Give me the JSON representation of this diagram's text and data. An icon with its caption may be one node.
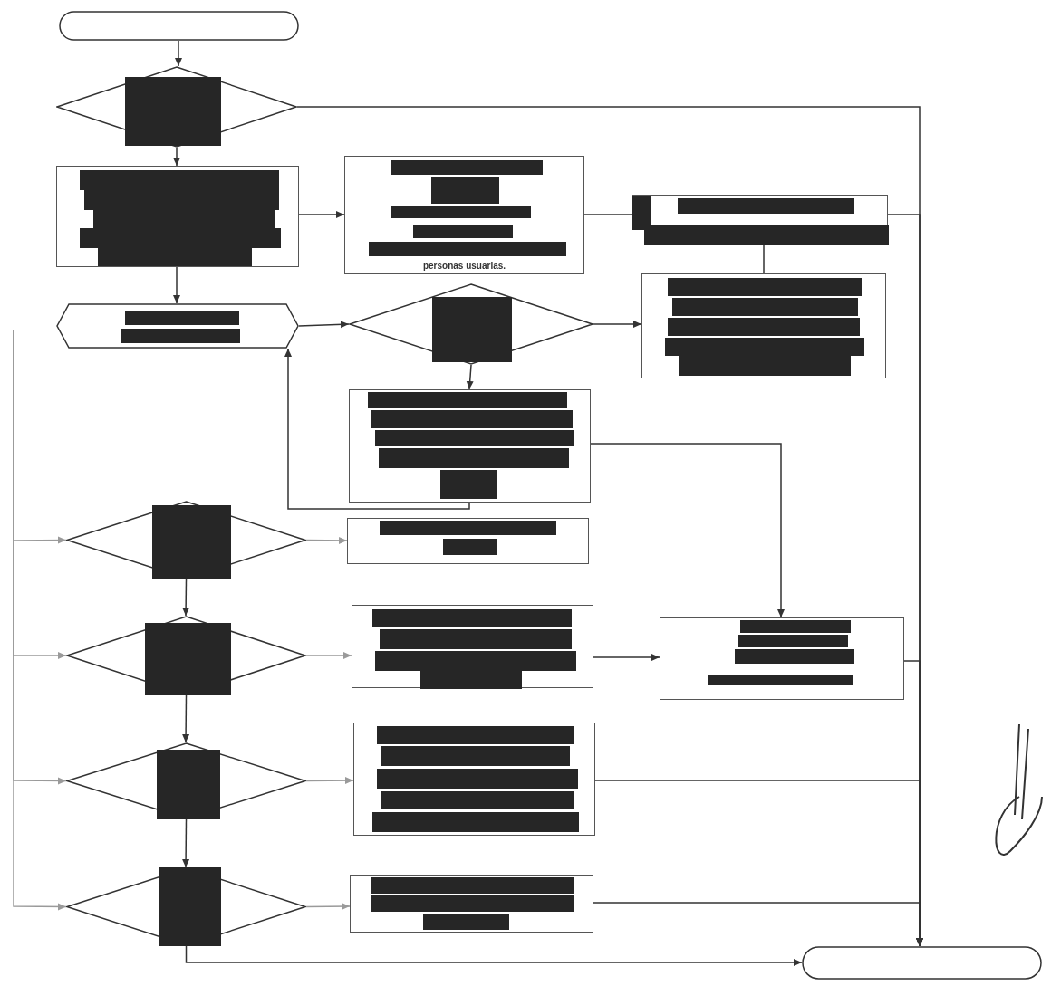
{
  "diagram": {
    "nodes": [
      {
        "text": [],
        "shape": "oval"
      },
      {
        "text": [],
        "shape": "diamond"
      },
      {
        "text": [],
        "shape": "box"
      },
      {
        "text": [
          "personas usuarias."
        ]
      },
      {
        "text": [],
        "shape": "box"
      },
      {
        "text": [],
        "shape": "box"
      },
      {
        "text": [],
        "shape": "hexagon"
      },
      {
        "text": [],
        "shape": "diamond"
      },
      {
        "text": [],
        "shape": "box"
      },
      {
        "text": [],
        "shape": "diamond"
      },
      {
        "text": [],
        "shape": "box"
      },
      {
        "text": [],
        "shape": "diamond"
      },
      {
        "text": [],
        "shape": "box"
      },
      {
        "text": [],
        "shape": "box"
      },
      {
        "text": [],
        "shape": "diamond"
      },
      {
        "text": [],
        "shape": "box"
      },
      {
        "text": [],
        "shape": "diamond"
      },
      {
        "text": [],
        "shape": "box"
      },
      {
        "text": [],
        "shape": "oval"
      }
    ],
    "edges": [
      {
        "from": 0,
        "to": 1,
        "arrow": "to"
      },
      {
        "from": 1,
        "to": 2,
        "arrow": "to"
      },
      {
        "from": 1,
        "to": 18,
        "arrow": "to"
      },
      {
        "from": 2,
        "to": 3,
        "arrow": "to"
      },
      {
        "from": 2,
        "to": 6,
        "arrow": "to"
      },
      {
        "from": 3,
        "to": 4,
        "arrow": "none"
      },
      {
        "from": 4,
        "to": 5,
        "arrow": "none"
      },
      {
        "from": 6,
        "to": 7,
        "arrow": "to"
      },
      {
        "from": 7,
        "to": 5,
        "arrow": "to"
      },
      {
        "from": 7,
        "to": 8,
        "arrow": "to"
      },
      {
        "from": 8,
        "to": 6,
        "arrow": "to"
      },
      {
        "from": 8,
        "to": 13,
        "arrow": "to"
      },
      {
        "from": 9,
        "to": 10,
        "arrow": "to",
        "color": "#9a9a9a"
      },
      {
        "from": 9,
        "to": 11,
        "arrow": "to"
      },
      {
        "from": 11,
        "to": 12,
        "arrow": "to",
        "color": "#9a9a9a"
      },
      {
        "from": 11,
        "to": 14,
        "arrow": "to"
      },
      {
        "from": 12,
        "to": 13,
        "arrow": "to"
      },
      {
        "from": 13,
        "to": 18,
        "arrow": "to"
      },
      {
        "from": 14,
        "to": 15,
        "arrow": "to",
        "color": "#9a9a9a"
      },
      {
        "from": 14,
        "to": 16,
        "arrow": "to"
      },
      {
        "from": 15,
        "to": 18,
        "arrow": "to"
      },
      {
        "from": 16,
        "to": 17,
        "arrow": "to",
        "color": "#9a9a9a"
      },
      {
        "from": 16,
        "to": 18,
        "arrow": "to"
      },
      {
        "from": 17,
        "to": 18,
        "arrow": "to"
      },
      {
        "from": 4,
        "to": 18,
        "arrow": "to"
      },
      {
        "from": null,
        "to": 9,
        "arrow": "to",
        "color": "#9a9a9a"
      },
      {
        "from": null,
        "to": 11,
        "arrow": "to",
        "color": "#9a9a9a"
      },
      {
        "from": null,
        "to": 14,
        "arrow": "to",
        "color": "#9a9a9a"
      },
      {
        "from": null,
        "to": 16,
        "arrow": "to",
        "color": "#9a9a9a"
      }
    ]
  }
}
